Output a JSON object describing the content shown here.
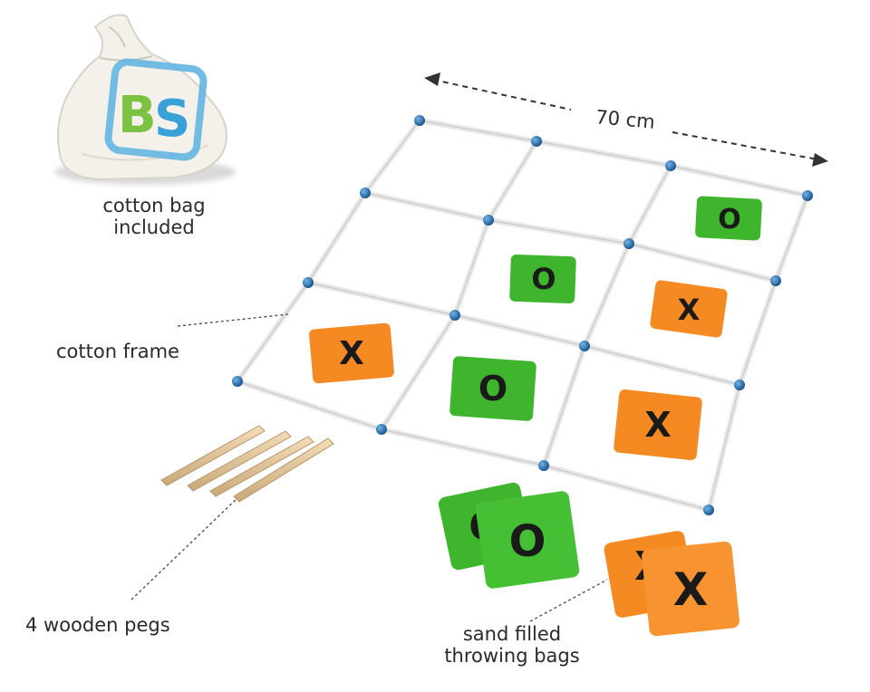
{
  "dimension_label": "70 cm",
  "labels": {
    "bag": [
      "cotton bag",
      "included"
    ],
    "frame": "cotton frame",
    "pegs": "4 wooden pegs",
    "throwing_bags": [
      "sand filled",
      "throwing bags"
    ]
  },
  "bag_logo": "BS",
  "board": {
    "cells": [
      [
        "",
        "",
        "O"
      ],
      [
        "",
        "O",
        "X"
      ],
      [
        "X",
        "O",
        "X"
      ]
    ]
  },
  "loose_bags": [
    "O",
    "O",
    "X",
    "X"
  ],
  "colors": {
    "green_bag": "#3fb52e",
    "orange_bag": "#f58a23",
    "peg_bead": "#1f6fb5",
    "rope": "#e6e6e6",
    "logo_green": "#7cc242",
    "logo_blue": "#3aa0d8"
  }
}
